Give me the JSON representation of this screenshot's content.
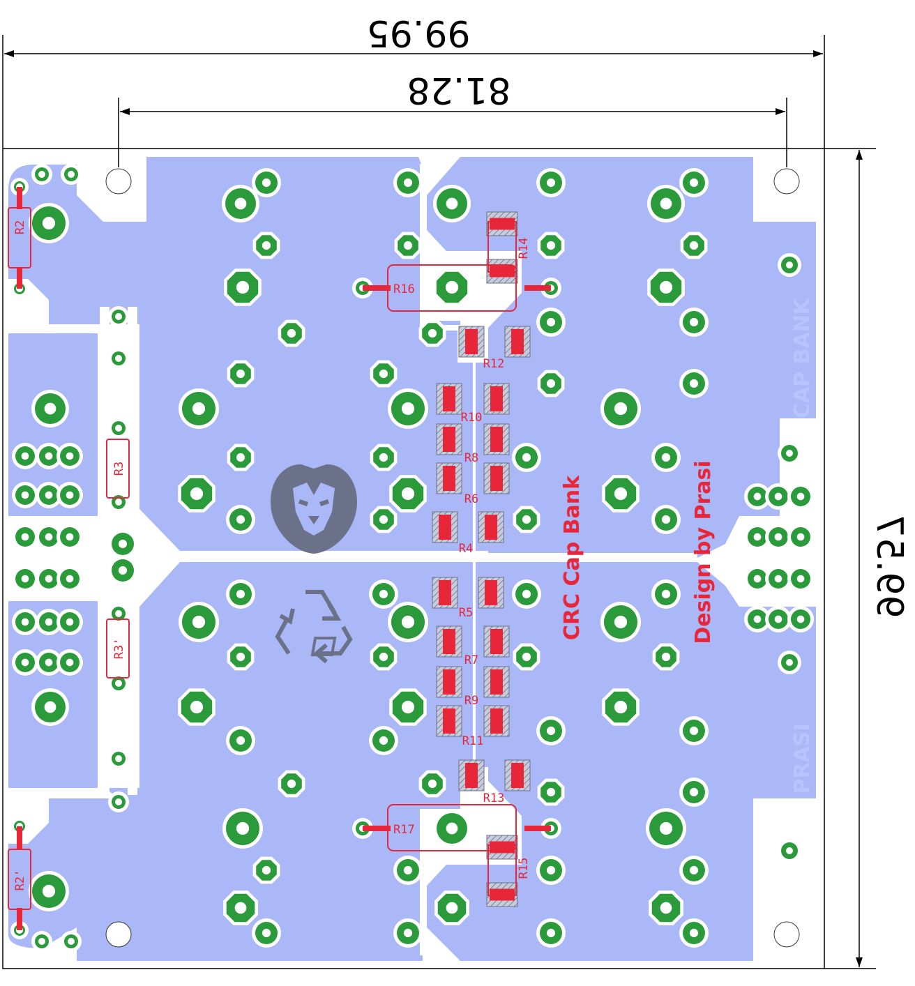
{
  "dimensions": {
    "overall_width": "99.95",
    "hole_spacing": "81.28",
    "height": "99.57"
  },
  "board": {
    "title": "CRC Cap Bank",
    "credit": "Design by Prasi",
    "copper_text_top": "CAP BANK",
    "copper_text_bottom": "PRASI"
  },
  "references": {
    "r2": "R2",
    "r2b": "R2'",
    "r3": "R3",
    "r3b": "R3'",
    "r4": "R4",
    "r5": "R5",
    "r6": "R6",
    "r7": "R7",
    "r8": "R8",
    "r9": "R9",
    "r10": "R10",
    "r11": "R11",
    "r12": "R12",
    "r13": "R13",
    "r14": "R14",
    "r15": "R15",
    "r16": "R16",
    "r17": "R17"
  },
  "logos": [
    "lion-logo",
    "recycle-icon"
  ],
  "colors": {
    "copper_pour": "#aab8f8",
    "pad": "#2a9a3a",
    "silkscreen": "#e8263a",
    "logo": "#6b7188"
  }
}
